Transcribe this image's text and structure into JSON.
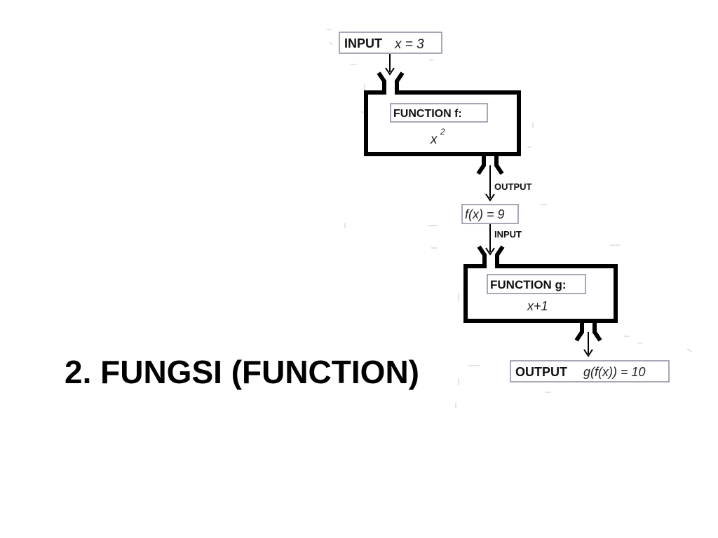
{
  "slide": {
    "title": "2. FUNGSI (FUNCTION)"
  },
  "diagram": {
    "input_label": "INPUT",
    "input_expr": "x = 3",
    "function_f_label": "FUNCTION f:",
    "function_f_var": "x",
    "function_f_exp": "2",
    "output_arrow_label": "OUTPUT",
    "intermediate_expr": "f(x) = 9",
    "input_arrow_label": "INPUT",
    "function_g_label": "FUNCTION g:",
    "function_g_expr": "x+1",
    "final_output_label": "OUTPUT",
    "final_output_expr": "g(f(x)) = 10"
  }
}
